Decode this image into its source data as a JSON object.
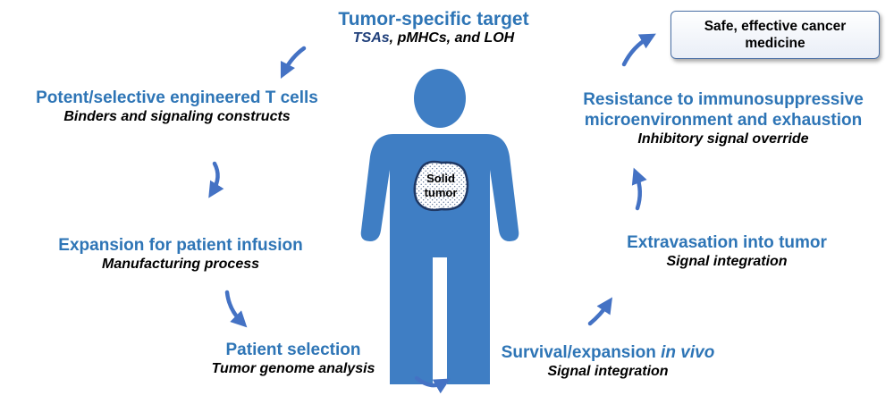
{
  "center": {
    "tumor_label": "Solid\ntumor"
  },
  "end_box": {
    "text": "Safe, effective cancer\nmedicine"
  },
  "steps": {
    "target": {
      "title": "Tumor-specific target",
      "sub_a": "TSAs",
      "sub_b": ", pMHCs, and LOH"
    },
    "tcells": {
      "title": "Potent/selective engineered T cells",
      "sub": "Binders and signaling constructs"
    },
    "expansion": {
      "title": "Expansion for patient infusion",
      "sub": "Manufacturing process"
    },
    "selection": {
      "title": "Patient selection",
      "sub": "Tumor genome analysis"
    },
    "survival": {
      "title_a": "Survival/expansion ",
      "title_b": "in vivo",
      "sub": "Signal integration"
    },
    "extravasation": {
      "title": "Extravasation into tumor",
      "sub": "Signal integration"
    },
    "resistance": {
      "title_line1": "Resistance to immunosuppressive",
      "title_line2": "microenvironment and exhaustion",
      "sub": "Inhibitory signal override"
    }
  },
  "colors": {
    "title_blue": "#2e75b6",
    "figure_blue": "#3f7ec4",
    "arrow_blue": "#4472c4"
  }
}
